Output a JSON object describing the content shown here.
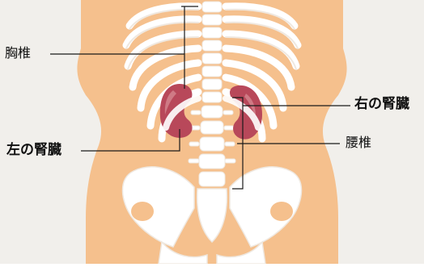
{
  "labels": {
    "thoracic_vertebrae": "胸椎",
    "right_kidney": "右の腎臓",
    "left_kidney": "左の腎臓",
    "lumbar_vertebrae": "腰椎"
  },
  "colors": {
    "background": "#f1efeb",
    "body": "#f5c08d",
    "bone": "#ffffff",
    "bone_shadow": "#efe8e0",
    "kidney": "#b8485a",
    "kidney_highlight": "#cf7a85",
    "leader_line": "#1a1a1a",
    "text": "#111111"
  }
}
